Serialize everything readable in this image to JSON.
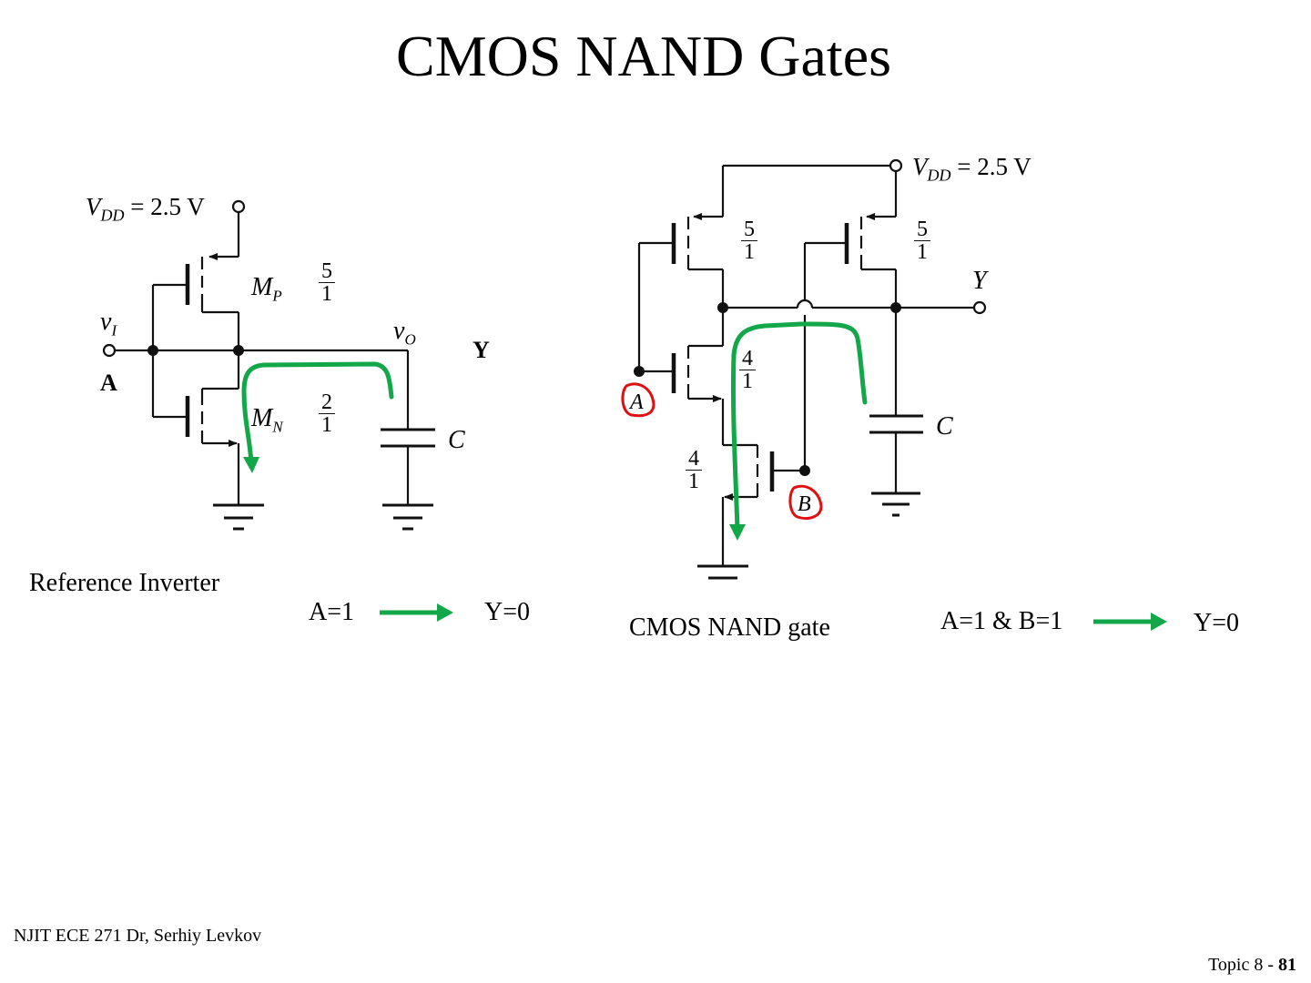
{
  "slide": {
    "title": "CMOS NAND Gates",
    "footer_left": "NJIT ECE 271  Dr, Serhiy Levkov",
    "footer_right_prefix": "Topic 8 - ",
    "footer_right_page": "81"
  },
  "colors": {
    "annotation_green": "#12a84a",
    "annotation_red": "#e01010",
    "wire": "#111111"
  },
  "inverter": {
    "vdd_label_main": "V",
    "vdd_label_sub": "DD",
    "vdd_value": " = 2.5 V",
    "pmos_name": "M",
    "pmos_sub": "P",
    "pmos_ratio_num": "5",
    "pmos_ratio_den": "1",
    "nmos_name": "M",
    "nmos_sub": "N",
    "nmos_ratio_num": "2",
    "nmos_ratio_den": "1",
    "input_label": "v",
    "input_sub": "I",
    "output_label": "v",
    "output_sub": "O",
    "cap_label": "C",
    "annot_input": "A",
    "annot_output": "Y",
    "caption": "Reference Inverter",
    "truth_input": "A=1",
    "truth_output": "Y=0"
  },
  "nand": {
    "vdd_label_main": "V",
    "vdd_label_sub": "DD",
    "vdd_value": " = 2.5 V",
    "pmos_a_ratio_num": "5",
    "pmos_a_ratio_den": "1",
    "pmos_b_ratio_num": "5",
    "pmos_b_ratio_den": "1",
    "nmos_a_ratio_num": "4",
    "nmos_a_ratio_den": "1",
    "nmos_b_ratio_num": "4",
    "nmos_b_ratio_den": "1",
    "output_label": "Y",
    "input_a": "A",
    "input_b": "B",
    "cap_label": "C",
    "caption": "CMOS NAND gate",
    "truth_input": "A=1 & B=1",
    "truth_output": "Y=0"
  }
}
